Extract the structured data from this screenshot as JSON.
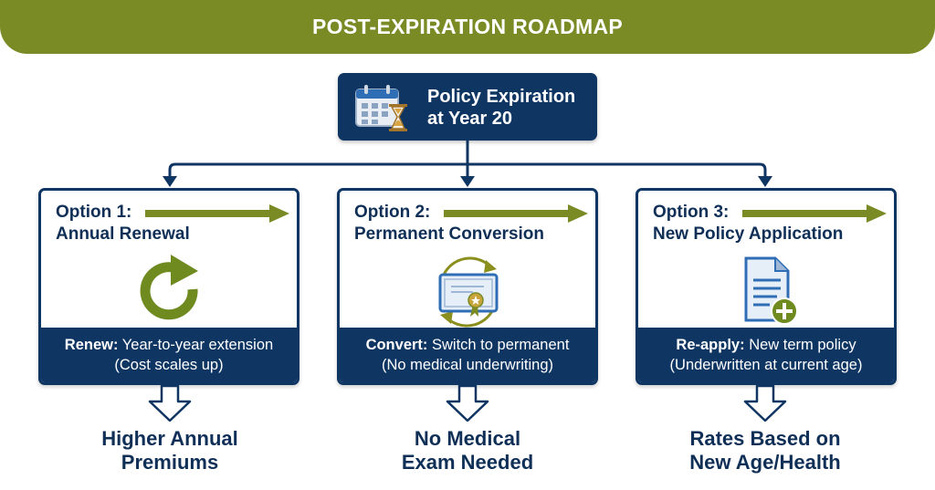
{
  "banner": {
    "title": "POST-EXPIRATION ROADMAP"
  },
  "expiry": {
    "line1": "Policy Expiration",
    "line2": "at Year 20",
    "icon": "calendar-hourglass-icon"
  },
  "options": [
    {
      "title": "Option 1:",
      "subtitle": "Annual Renewal",
      "icon": "renew-cycle-icon",
      "action_label": "Renew:",
      "action_text": "Year-to-year extension",
      "action_note": "(Cost scales up)",
      "outcome_line1": "Higher Annual",
      "outcome_line2": "Premiums"
    },
    {
      "title": "Option 2:",
      "subtitle": "Permanent Conversion",
      "icon": "certificate-conversion-icon",
      "action_label": "Convert:",
      "action_text": "Switch to permanent",
      "action_note": "(No medical underwriting)",
      "outcome_line1": "No Medical",
      "outcome_line2": "Exam Needed"
    },
    {
      "title": "Option 3:",
      "subtitle": "New Policy Application",
      "icon": "document-add-icon",
      "action_label": "Re-apply:",
      "action_text": "New term policy",
      "action_note": "(Underwritten at current age)",
      "outcome_line1": "Rates Based on",
      "outcome_line2": "New Age/Health"
    }
  ],
  "colors": {
    "olive": "#7a8a25",
    "navy": "#0f3563",
    "white": "#ffffff"
  }
}
